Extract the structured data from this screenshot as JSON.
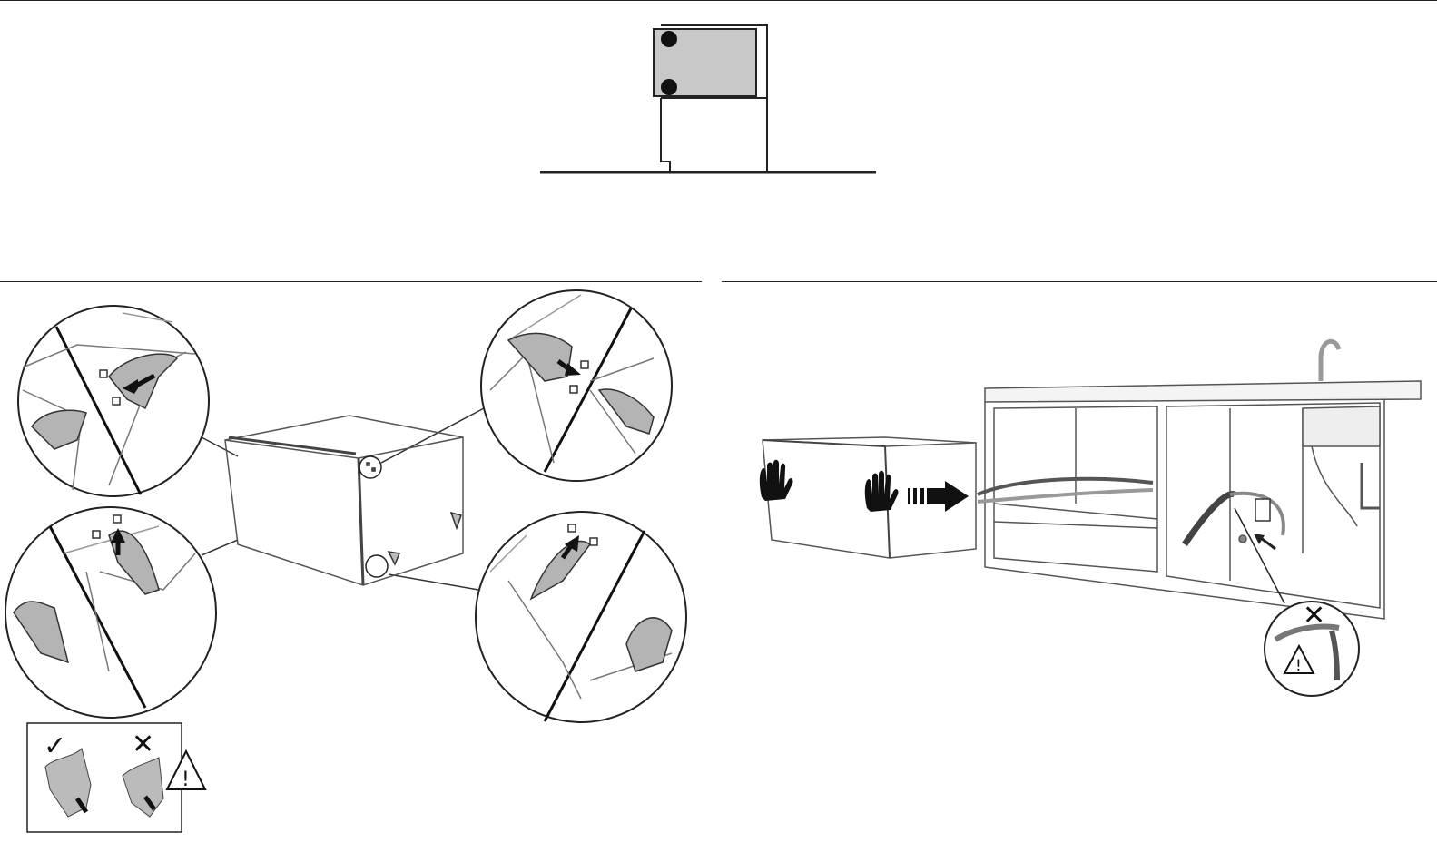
{
  "figure": {
    "panels": [
      {
        "id": "top",
        "description_name": "installation-side-view"
      },
      {
        "id": "left",
        "description_name": "hinge-bracket-detail"
      },
      {
        "id": "right",
        "description_name": "cabinet-insertion"
      }
    ],
    "symbols": {
      "check": "✓",
      "cross": "✕",
      "warning": "!"
    },
    "colors": {
      "line": "#222222",
      "panel_grey": "#c8c8c8",
      "bracket_grey": "#b4b4b4",
      "hose_dark": "#555555",
      "hose_light": "#9a9a9a"
    },
    "icons": [
      "check-icon",
      "cross-icon",
      "warning-triangle-icon",
      "hand-icon",
      "arrow-right-icon"
    ]
  }
}
